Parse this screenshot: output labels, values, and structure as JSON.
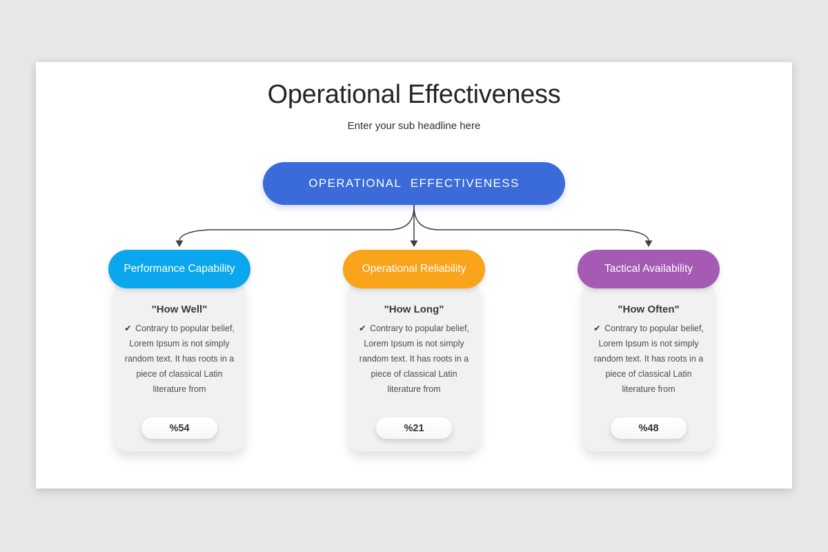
{
  "page": {
    "background_color": "#e8e7e7",
    "canvas_color": "#ffffff"
  },
  "header": {
    "title": "Operational Effectiveness",
    "subtitle": "Enter your sub headline here"
  },
  "root_node": {
    "label": "OPERATIONAL EFFECTIVENESS",
    "color": "#3a6bd8"
  },
  "connector": {
    "color": "#3f3f3f"
  },
  "branches": [
    {
      "label": "Performance Capability",
      "color": "#0ba7ee",
      "question": "\"How Well\"",
      "check_icon": "✔",
      "description": "Contrary to popular belief, Lorem Ipsum is not simply random text. It has roots in a piece of classical Latin literature from",
      "percent": "%54"
    },
    {
      "label": "Operational Reliability",
      "color": "#f9a41b",
      "question": "\"How Long\"",
      "check_icon": "✔",
      "description": "Contrary to popular belief, Lorem Ipsum is not simply random text. It has roots in a piece of classical Latin literature from",
      "percent": "%21"
    },
    {
      "label": "Tactical Availability",
      "color": "#a55ab4",
      "question": "\"How Often\"",
      "check_icon": "✔",
      "description": "Contrary to popular belief, Lorem Ipsum is not simply random text. It has roots in a piece of classical Latin literature from",
      "percent": "%48"
    }
  ]
}
